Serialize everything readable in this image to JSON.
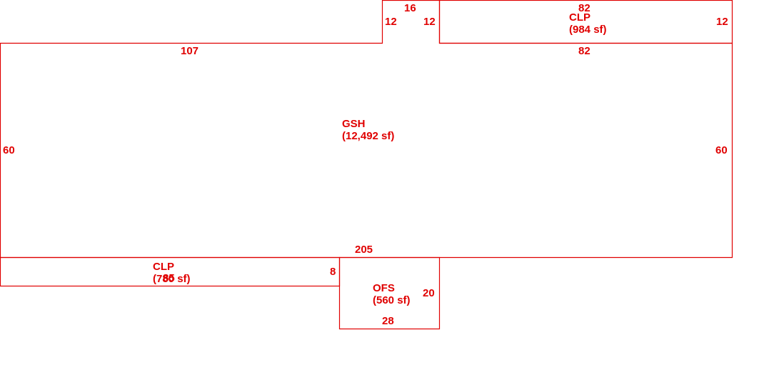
{
  "colors": {
    "line": "#e00000",
    "text": "#e00000",
    "background": "#ffffff"
  },
  "areas": {
    "gsh": {
      "code": "GSH",
      "area": "(12,492 sf)"
    },
    "clp_top": {
      "code": "CLP",
      "area": "(984 sf)"
    },
    "clp_bottom": {
      "code": "CLP",
      "area": "(780 sf)"
    },
    "ofs": {
      "code": "OFS",
      "area": "(560 sf)"
    }
  },
  "dimensions": {
    "gsh_top_left": "107",
    "gsh_left": "60",
    "gsh_right": "60",
    "gsh_bottom": "205",
    "notch_left": "12",
    "notch_top": "16",
    "notch_right": "12",
    "clp_top_top": "82",
    "clp_top_bottom": "82",
    "clp_top_right": "12",
    "clp_bottom_length": "85",
    "clp_bottom_height": "8",
    "ofs_right": "20",
    "ofs_bottom": "28"
  }
}
